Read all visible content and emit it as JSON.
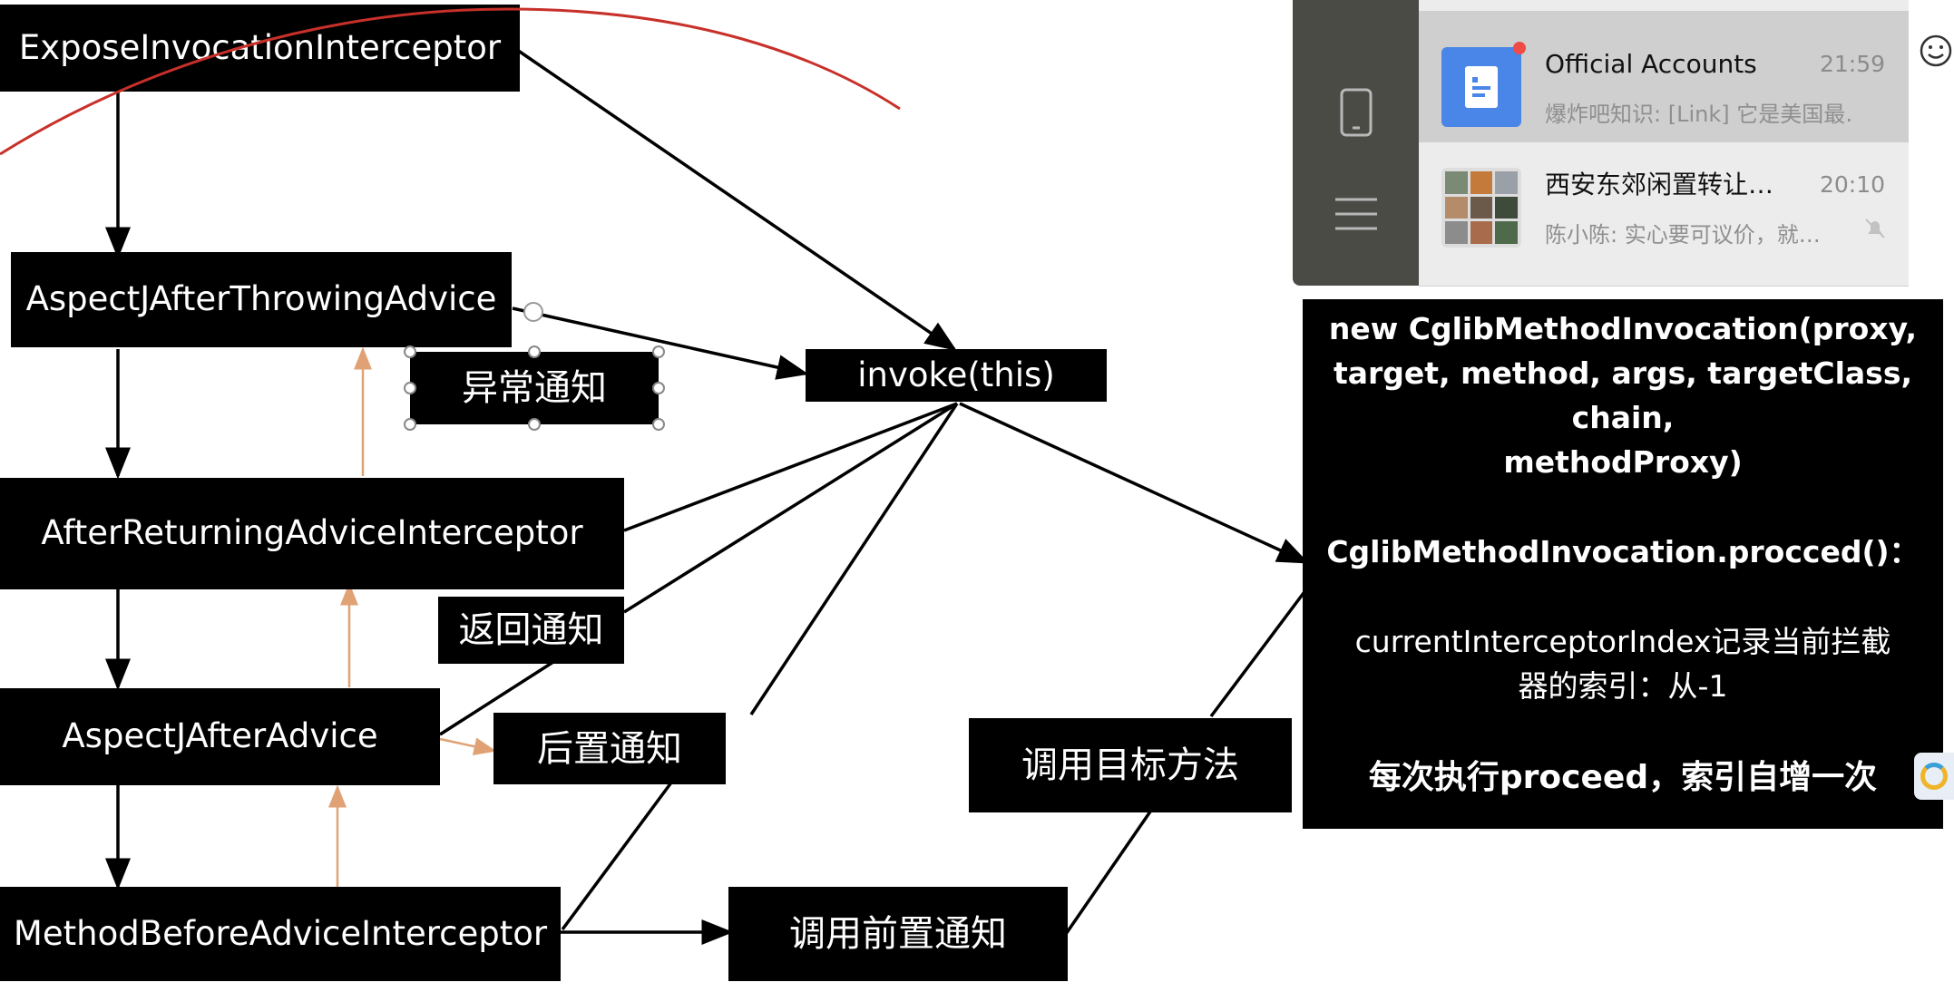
{
  "diagram": {
    "nodes": {
      "expose": "ExposeInvocationInterceptor",
      "throwing": "AspectJAfterThrowingAdvice",
      "returning": "AfterReturningAdviceInterceptor",
      "after": "AspectJAfterAdvice",
      "before": "MethodBeforeAdviceInterceptor",
      "invoke": "invoke(this)",
      "exception_note": "异常通知",
      "return_note": "返回通知",
      "after_note": "后置通知",
      "call_before": "调用前置通知",
      "call_target": "调用目标方法"
    },
    "info_box": {
      "line1": "new CglibMethodInvocation(proxy,",
      "line2": "target, method, args, targetClass, chain,",
      "line3": "methodProxy)",
      "line4": "CglibMethodInvocation.procced()：",
      "line5": "currentInterceptorIndex记录当前拦截",
      "line6": "器的索引：从-1",
      "line7": "每次执行proceed，索引自增一次"
    },
    "colors": {
      "arrow": "#000000",
      "return_arrow": "#e0a275",
      "annotation": "#c8302a"
    }
  },
  "chat_popup": {
    "sidebar_icons": [
      "phone-icon",
      "menu-icon"
    ],
    "chats": [
      {
        "title": "Official Accounts",
        "time": "21:59",
        "preview": "爆炸吧知识: [Link] 它是美国最…",
        "unread": true,
        "selected": true
      },
      {
        "title": "西安东郊闲置转让…",
        "time": "20:10",
        "preview": "陈小陈: 实心要可议价，就…",
        "muted": true,
        "selected": false
      }
    ],
    "colors": {
      "official_icon": "#4a86e8",
      "unread_dot": "#f04b45"
    }
  }
}
